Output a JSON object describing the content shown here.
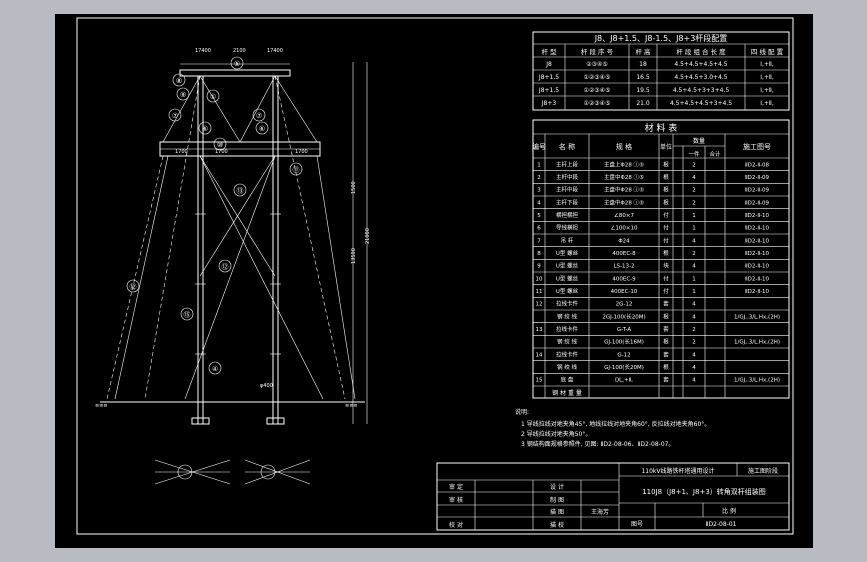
{
  "config_table": {
    "title": "J8、J8+1.5、J8-1.5、J8+3杆段配置",
    "headers": [
      "杆 型",
      "杆 段 序 号",
      "杆 高",
      "杆 段 组 合 长 度",
      "四 线 配 置"
    ],
    "rows": [
      [
        "J8",
        "②③④⑤",
        "18",
        "4.5+4.5+4.5+4.5",
        "Ⅰ,+Ⅱ,"
      ],
      [
        "J8+1.5",
        "①②③④⑤",
        "16.5",
        "4.5+4.5+3.0+4.5",
        "Ⅰ,+Ⅱ,"
      ],
      [
        "J8+1.5",
        "①②③④⑤",
        "19.5",
        "4.5+4.5+3+3+4.5",
        "Ⅰ,+Ⅱ,"
      ],
      [
        "J8+3",
        "①②③④⑤",
        "21.0",
        "4.5+4.5+4.5+3+4.5",
        "Ⅰ,+Ⅱ,"
      ]
    ]
  },
  "material_table": {
    "title": "材 料 表",
    "headers": [
      "编号",
      "名 称",
      "规 格",
      "单位",
      "数量",
      "施工图号"
    ],
    "sub_headers": [
      "一件",
      "合计"
    ],
    "rows": [
      [
        "1",
        "主杆上段",
        "主盘上Φ28 ⓛ⑤",
        "根",
        "2",
        "ⅡD2-Ⅱ-08"
      ],
      [
        "2",
        "主杆中段",
        "主盘中Φ28 ⓛ⑤",
        "根",
        "4",
        "ⅡD2-Ⅱ-09"
      ],
      [
        "3",
        "主杆中段",
        "主盘中Φ28 ⓛ⑤",
        "根",
        "2",
        "ⅡD2-Ⅱ-09"
      ],
      [
        "4",
        "主杆下段",
        "主盘中Φ28 ⓛ⑤",
        "根",
        "2",
        "ⅡD2-Ⅱ-09"
      ],
      [
        "5",
        "横担横担",
        "∠80×7",
        "付",
        "1",
        "ⅡD2-Ⅱ-10"
      ],
      [
        "6",
        "导线横担",
        "∠100×10",
        "付",
        "1",
        "ⅡD2-Ⅱ-10"
      ],
      [
        "7",
        "吊 杆",
        "Φ24",
        "付",
        "4",
        "ⅡD2-Ⅱ-10"
      ],
      [
        "8",
        "U型 螺丝",
        "400EC-8",
        "根",
        "2",
        "ⅡD2-Ⅱ-10"
      ],
      [
        "9",
        "U型 螺丝",
        "LS-13-2",
        "块",
        "4",
        "ⅡD2-Ⅱ-10"
      ],
      [
        "10",
        "U型 螺丝",
        "400EC-9",
        "付",
        "1",
        "ⅡD2-Ⅱ-10"
      ],
      [
        "11",
        "U型 螺丝",
        "400EC-10",
        "付",
        "1",
        "ⅡD2-Ⅱ-10"
      ],
      [
        "12",
        "拉线卡件",
        "2G-12",
        "套",
        "4",
        ""
      ],
      [
        "",
        "钢 绞 线",
        "2GJ-100(长20M)",
        "根",
        "4",
        "1/GJ,.3/L.Hx,(2H)"
      ],
      [
        "13",
        "拉线卡件",
        "G-T-A",
        "套",
        "2",
        ""
      ],
      [
        "",
        "钢 绞 线",
        "GJ-100(长16M)",
        "根",
        "2",
        "1/GJ,.3/L.Hx,(2H)"
      ],
      [
        "14",
        "拉线卡件",
        "G-12",
        "套",
        "4",
        ""
      ],
      [
        "",
        "钢 绞 线",
        "GJ-100(长20M)",
        "根",
        "4",
        ""
      ],
      [
        "15",
        "底 盘",
        "DL,+Ⅱ,",
        "套",
        "4",
        "1/GJ,.3/L.Hx,(2H)"
      ]
    ],
    "footer": "钢 材 重 量"
  },
  "notes": {
    "heading": "说明:",
    "lines": [
      "1 导线拉线对地夹角45°, 地线拉线对地夹角60°, 反拉线对地夹角60°。",
      "2 导线拉线对地夹角50°。",
      "3 钢结构面规格参照件, 见图: ⅡD2-08-06、ⅡD2-08-07。"
    ]
  },
  "title_block": {
    "project": "110kV线路铁杆塔通用设计",
    "phase_label": "施工图阶段",
    "drawing_title": "110J8（J8+1、J8+3）转角双杆组装图",
    "roles": [
      "审 定",
      "审 核",
      "校 对"
    ],
    "roles2": [
      "设 计",
      "制 图",
      "描 图",
      "描 校"
    ],
    "scale_label": "比 例",
    "drawing_no_label": "图号",
    "drawing_no": "ⅡD2-08-01",
    "designer": "王海芳"
  },
  "callouts": [
    "⑧",
    "⑨",
    "①",
    "②",
    "③",
    "④",
    "⑤",
    "⑥",
    "⑦",
    "⑩",
    "⑪",
    "⑫",
    "⑬",
    "⑮"
  ]
}
